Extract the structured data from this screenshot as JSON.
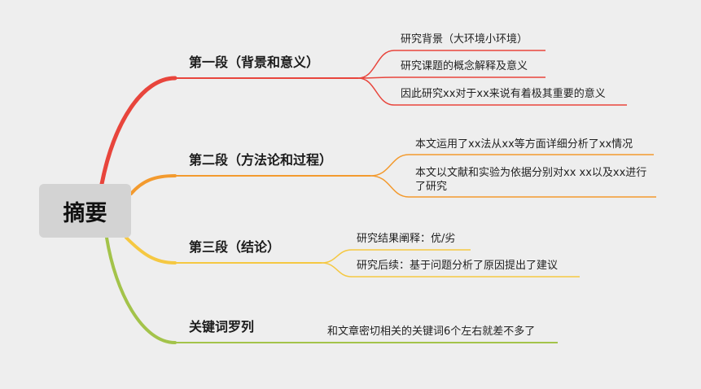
{
  "root": {
    "label": "摘要"
  },
  "colors": {
    "branch1": "#e8453c",
    "branch2": "#f39a2e",
    "branch3": "#f5c842",
    "branch4": "#a3c34a"
  },
  "branches": [
    {
      "label": "第一段（背景和意义）",
      "children": [
        {
          "label": "研究背景（大环境小环境）"
        },
        {
          "label": "研究课题的概念解释及意义"
        },
        {
          "label": "因此研究xx对于xx来说有着极其重要的意义"
        }
      ]
    },
    {
      "label": "第二段（方法论和过程）",
      "children": [
        {
          "label": "本文运用了xx法从xx等方面详细分析了xx情况"
        },
        {
          "label": "本文以文献和实验为依据分别对xx xx以及xx进行了研究"
        }
      ]
    },
    {
      "label": "第三段（结论）",
      "children": [
        {
          "label": "研究结果阐释：优/劣"
        },
        {
          "label": "研究后续：基于问题分析了原因提出了建议"
        }
      ]
    },
    {
      "label": "关键词罗列",
      "children": [
        {
          "label": "和文章密切相关的关键词6个左右就差不多了"
        }
      ]
    }
  ]
}
